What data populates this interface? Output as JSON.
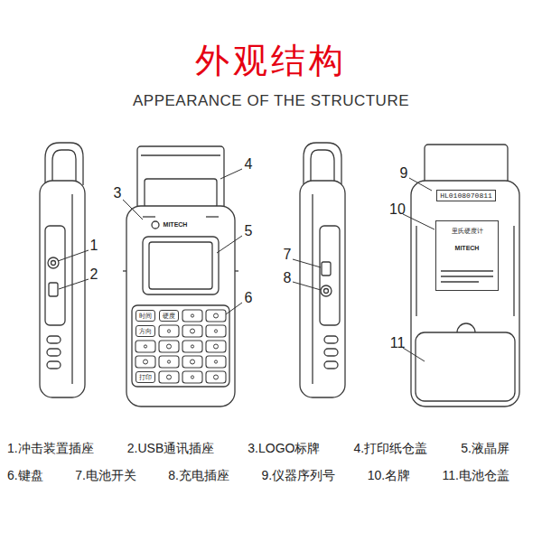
{
  "diagram": {
    "title": "外观结构",
    "nodes": [
      {
        "text": [
          "时间"
        ]
      },
      {
        "text": [
          "硬度"
        ]
      },
      {
        "text": [
          "方向"
        ]
      },
      {
        "text": [
          "打印"
        ]
      },
      {
        "text": [
          "HL0108070811"
        ]
      },
      {
        "text": [
          "里氏硬度计",
          "MITECH"
        ]
      }
    ],
    "labels": [
      "APPEARANCE OF THE STRUCTURE",
      "1",
      "2",
      "3",
      "4",
      "5",
      "6",
      "7",
      "8",
      "9",
      "10",
      "11",
      "MITECH",
      "1.冲击装置插座",
      "2.USB通讯插座",
      "3.LOGO标牌",
      "4.打印纸仓盖",
      "5.液晶屏",
      "6.键盘",
      "7.电池开关",
      "8.充电插座",
      "9.仪器序列号",
      "10.名牌",
      "11.电池仓盖"
    ]
  }
}
